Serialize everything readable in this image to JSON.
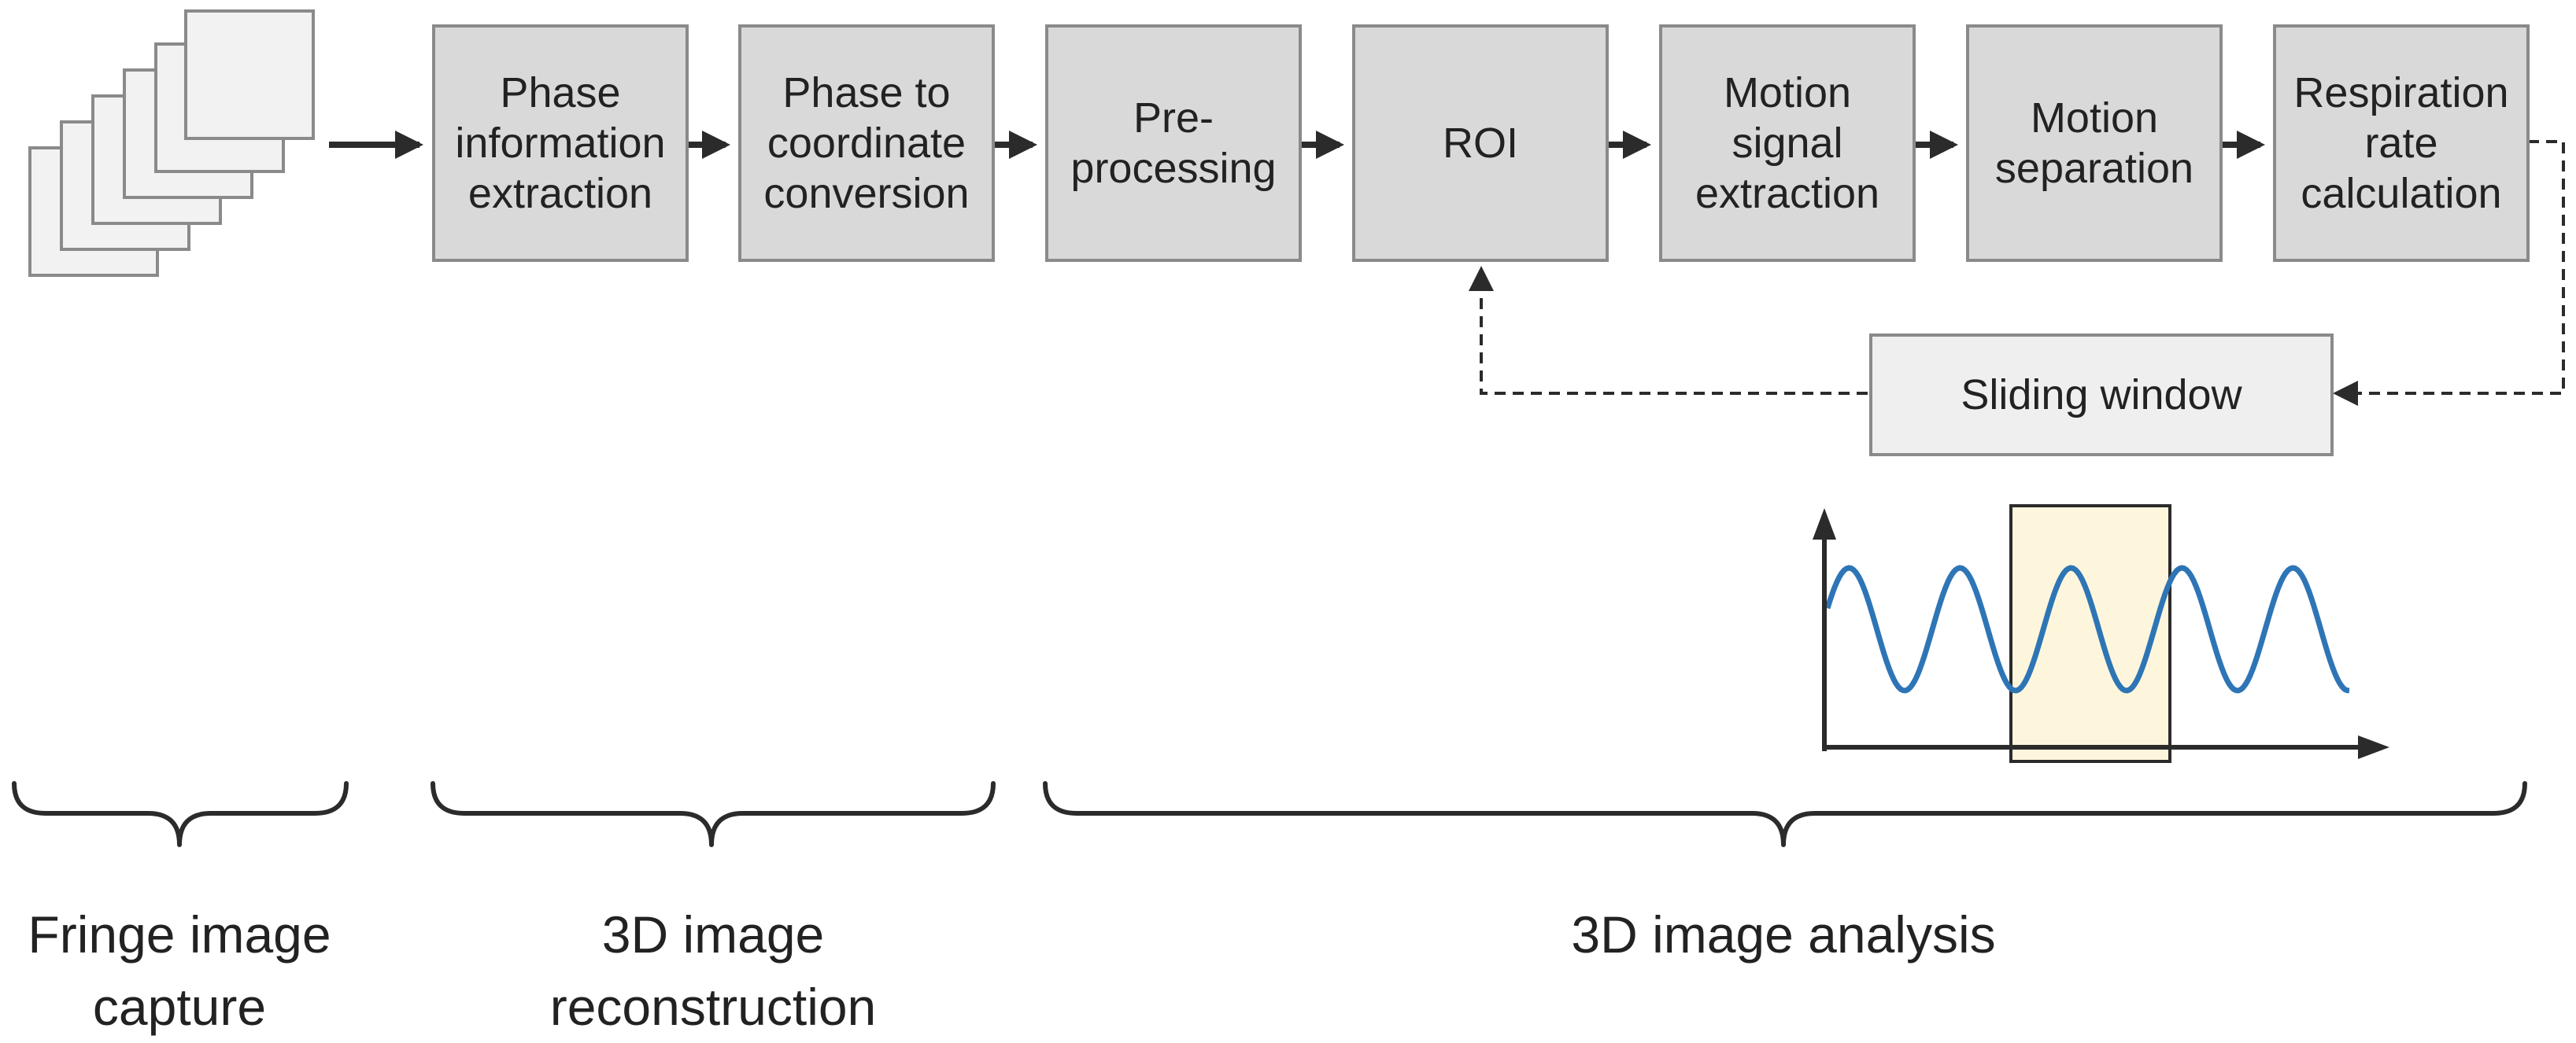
{
  "pipeline": {
    "steps": [
      {
        "label": "Phase\ninformation\nextraction"
      },
      {
        "label": "Phase to\ncoordinate\nconversion"
      },
      {
        "label": "Pre-\nprocessing"
      },
      {
        "label": "ROI"
      },
      {
        "label": "Motion\nsignal\nextraction"
      },
      {
        "label": "Motion\nseparation"
      },
      {
        "label": "Respiration\nrate\ncalculation"
      }
    ],
    "feedback": {
      "label": "Sliding window"
    }
  },
  "stages": [
    {
      "label": "Fringe image\ncapture"
    },
    {
      "label": "3D image\nreconstruction"
    },
    {
      "label": "3D image analysis"
    }
  ],
  "icons": [
    "image-stack-icon",
    "sine-wave-plot-icon"
  ],
  "colors": {
    "box_fill": "#d9d9d9",
    "box_border": "#8a8a8a",
    "sliding_window_fill": "#efefef",
    "wave": "#2e75b6",
    "window_highlight": "#fdf6dc",
    "arrow": "#2b2b2b"
  }
}
